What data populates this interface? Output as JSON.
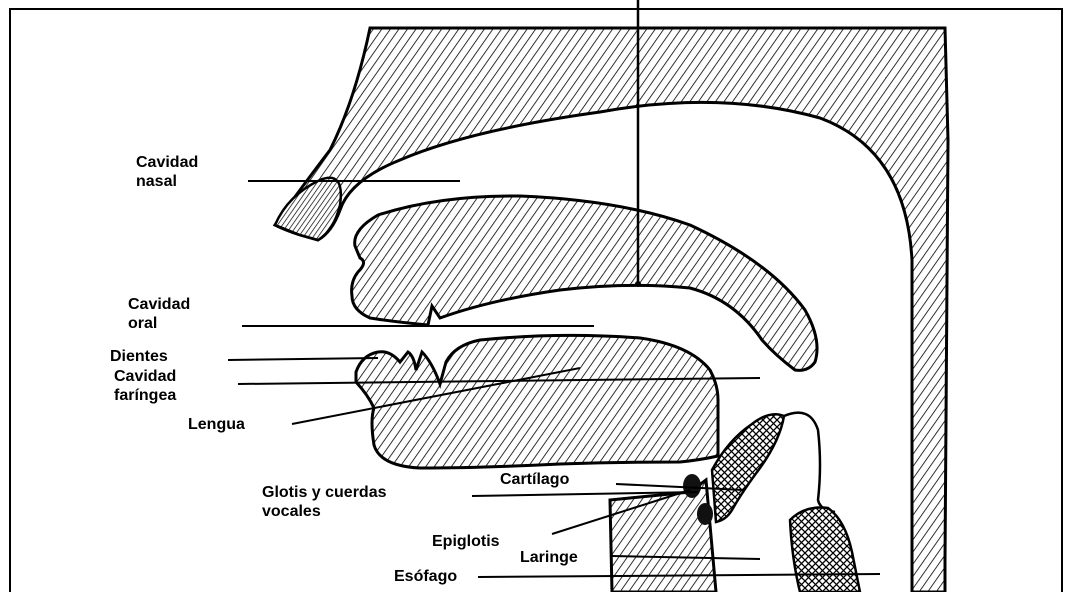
{
  "labels": {
    "cavidad_nasal_1": "Cavidad",
    "cavidad_nasal_2": "nasal",
    "cavidad_oral_1": "Cavidad",
    "cavidad_oral_2": "oral",
    "dientes": "Dientes",
    "cavidad_faringea_1": "Cavidad",
    "cavidad_faringea_2": "faríngea",
    "lengua": "Lengua",
    "cartilago": "Cartílago",
    "glotis_1": "Glotis y cuerdas",
    "glotis_2": "vocales",
    "epiglotis": "Epiglotis",
    "laringe": "Laringe",
    "esofago": "Esófago"
  },
  "colors": {
    "ink": "#000000",
    "paper": "#ffffff"
  }
}
